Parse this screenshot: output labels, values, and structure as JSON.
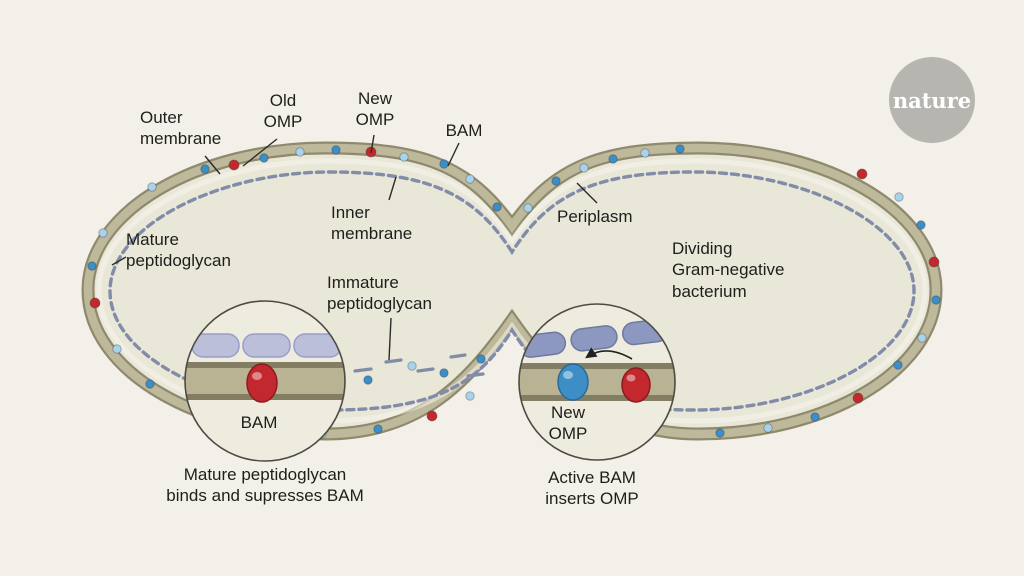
{
  "logo": {
    "label": "nature"
  },
  "labels": {
    "outer_membrane": "Outer\nmembrane",
    "old_omp": "Old\nOMP",
    "new_omp": "New\nOMP",
    "bam": "BAM",
    "inner_membrane": "Inner\nmembrane",
    "periplasm": "Periplasm",
    "mature_peptidoglycan": "Mature\npeptidoglycan",
    "immature_peptidoglycan": "Immature\npeptidoglycan",
    "dividing_cell": "Dividing\nGram-negative\nbacterium"
  },
  "insets": {
    "left": {
      "molecule_label": "BAM",
      "caption": "Mature peptidoglycan\nbinds and supresses BAM"
    },
    "right": {
      "molecule_label": "New\nOMP",
      "caption": "Active BAM\ninserts OMP"
    }
  },
  "palette": {
    "membrane_olive": "#bfb99b",
    "inner_membrane_dash": "#828ca8",
    "peptidoglycan_lavender": "#bbbfda",
    "bam_red": "#c2282d",
    "new_omp_blue": "#3d8ec6"
  },
  "particles": {
    "colors": {
      "red": "#c2282d",
      "blue": "#3d8ec6",
      "lightblue": "#a9d3ec"
    },
    "points": [
      [
        152,
        187,
        "lightblue"
      ],
      [
        205,
        169,
        "blue"
      ],
      [
        234,
        165,
        "red"
      ],
      [
        264,
        158,
        "blue"
      ],
      [
        300,
        152,
        "lightblue"
      ],
      [
        336,
        150,
        "blue"
      ],
      [
        371,
        152,
        "red"
      ],
      [
        404,
        157,
        "lightblue"
      ],
      [
        444,
        164,
        "blue"
      ],
      [
        470,
        179,
        "lightblue"
      ],
      [
        497,
        207,
        "blue"
      ],
      [
        528,
        208,
        "lightblue"
      ],
      [
        556,
        181,
        "blue"
      ],
      [
        584,
        168,
        "lightblue"
      ],
      [
        613,
        159,
        "blue"
      ],
      [
        645,
        153,
        "lightblue"
      ],
      [
        680,
        149,
        "blue"
      ],
      [
        862,
        174,
        "red"
      ],
      [
        899,
        197,
        "lightblue"
      ],
      [
        921,
        225,
        "blue"
      ],
      [
        934,
        262,
        "red"
      ],
      [
        936,
        300,
        "blue"
      ],
      [
        922,
        338,
        "lightblue"
      ],
      [
        898,
        365,
        "blue"
      ],
      [
        858,
        398,
        "red"
      ],
      [
        815,
        417,
        "blue"
      ],
      [
        768,
        428,
        "lightblue"
      ],
      [
        720,
        433,
        "blue"
      ],
      [
        548,
        387,
        "blue"
      ],
      [
        470,
        396,
        "lightblue"
      ],
      [
        432,
        416,
        "red"
      ],
      [
        378,
        429,
        "blue"
      ],
      [
        322,
        434,
        "lightblue"
      ],
      [
        150,
        384,
        "blue"
      ],
      [
        117,
        349,
        "lightblue"
      ],
      [
        95,
        303,
        "red"
      ],
      [
        92,
        266,
        "blue"
      ],
      [
        103,
        233,
        "lightblue"
      ],
      [
        368,
        380,
        "blue"
      ],
      [
        412,
        366,
        "lightblue"
      ],
      [
        444,
        373,
        "blue"
      ],
      [
        481,
        359,
        "blue"
      ]
    ]
  }
}
